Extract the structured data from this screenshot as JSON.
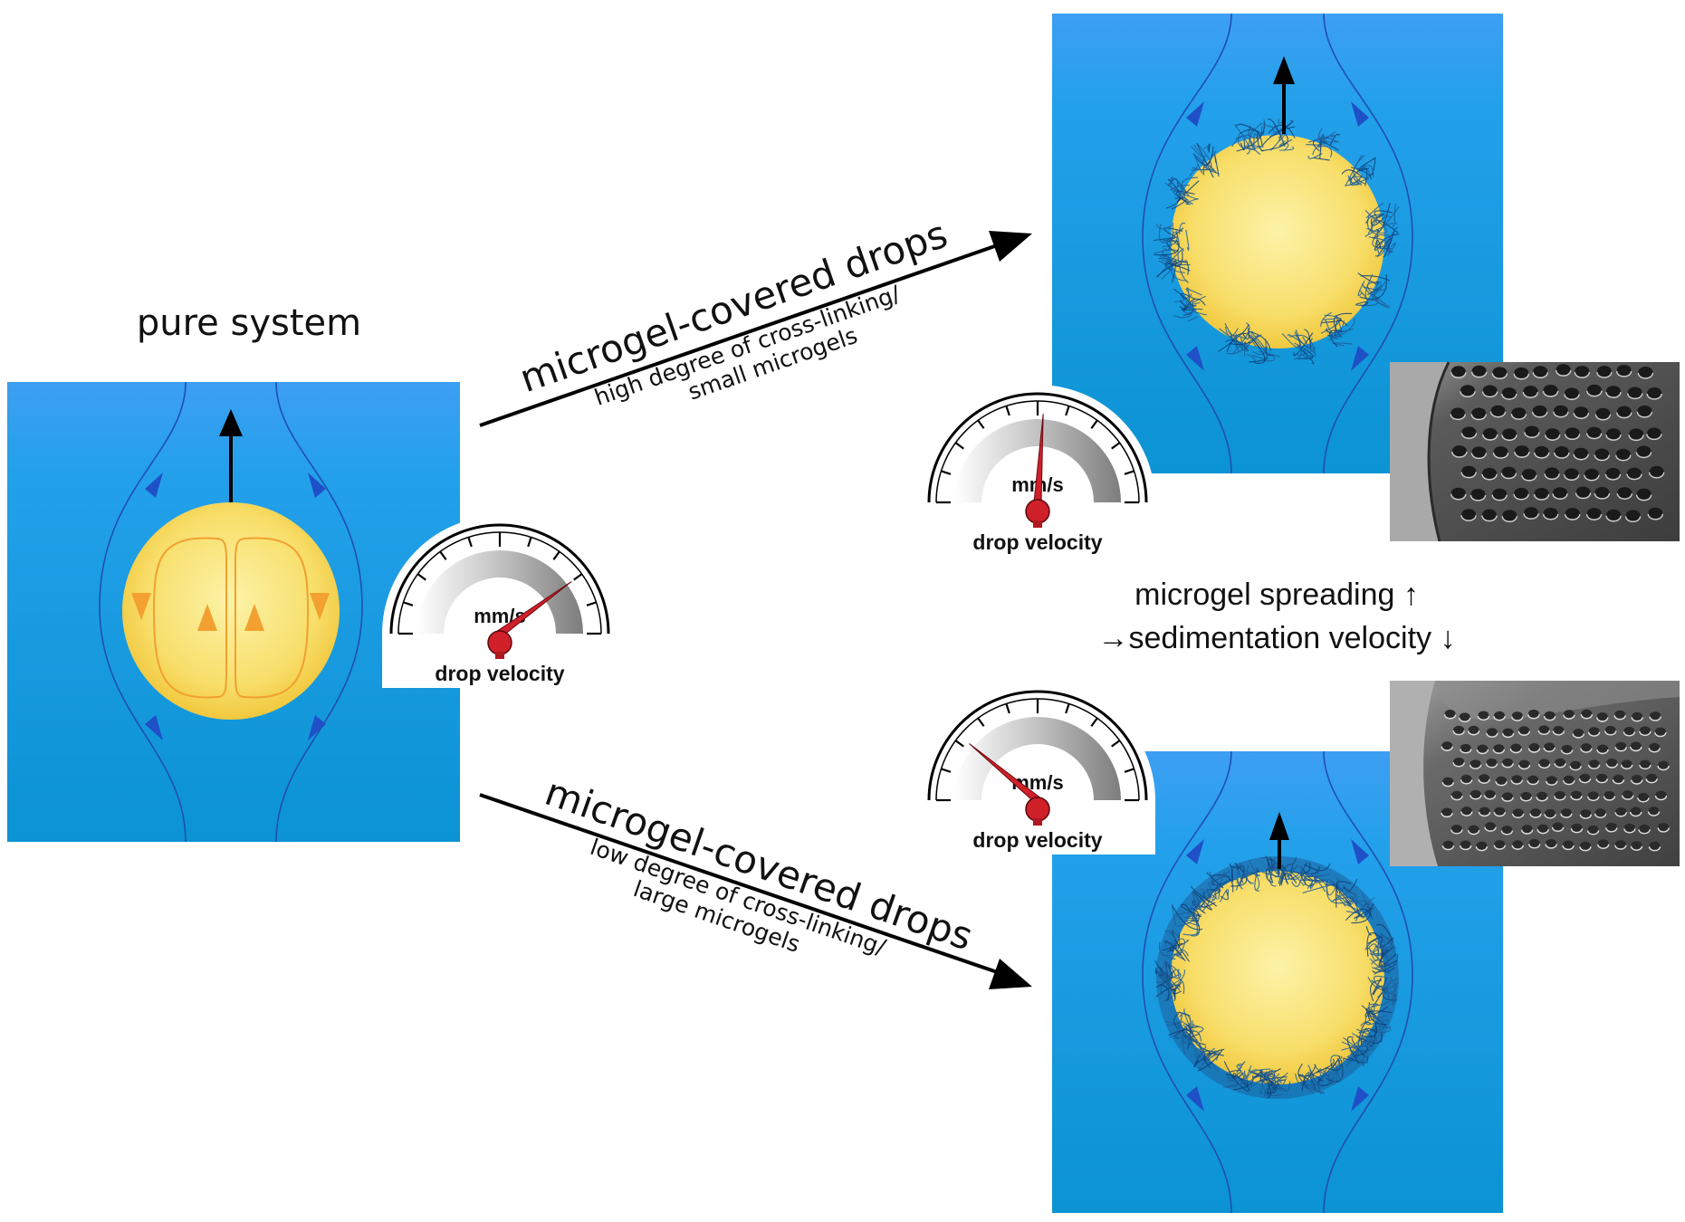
{
  "titles": {
    "pure_system": "pure system"
  },
  "arrows": {
    "top": {
      "title": "microgel-covered drops",
      "line1": "high degree of cross-linking/",
      "line2": "small microgels"
    },
    "bottom": {
      "title": "microgel-covered drops",
      "line1": "low degree of cross-linking/",
      "line2": "large microgels"
    }
  },
  "gauges": {
    "left": {
      "unit": "mm/s",
      "label": "drop velocity",
      "level": 0.8
    },
    "top_right": {
      "unit": "mm/s",
      "label": "drop velocity",
      "level": 0.52
    },
    "bottom_right": {
      "unit": "mm/s",
      "label": "drop velocity",
      "level": 0.22
    }
  },
  "summary": {
    "line1": "microgel spreading ↑",
    "line2": "→sedimentation velocity ↓"
  },
  "colors": {
    "water_top": "#3d9ff2",
    "water_bottom": "#0a90d2",
    "drop_light": "#fbf1a4",
    "drop_dark": "#f3cd45",
    "internal_arrow": "#f2a02f",
    "flow_line": "#1f4fb0",
    "needle": "#d0202a",
    "microgel": "#1d5e9a"
  }
}
